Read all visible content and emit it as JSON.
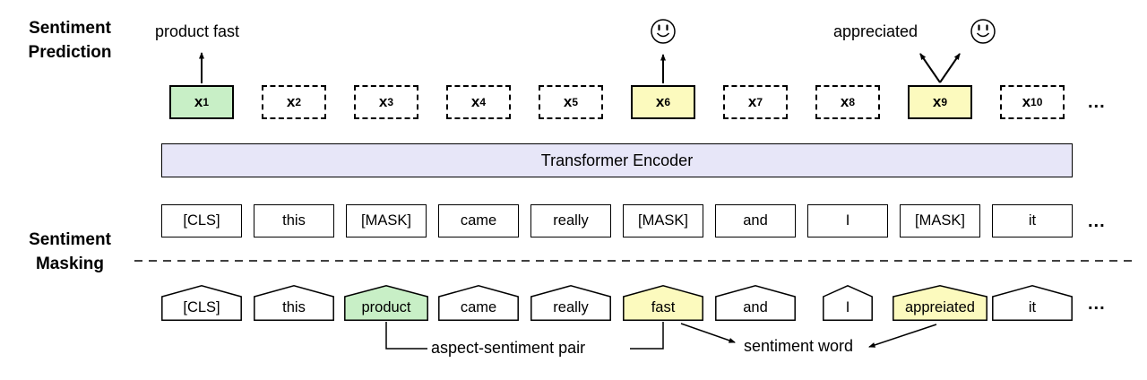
{
  "colors": {
    "green": "#c8efc6",
    "yellow": "#fcfabe",
    "encoder": "#e7e6f8"
  },
  "labels": {
    "prediction_line1": "Sentiment",
    "prediction_line2": "Prediction",
    "masking_line1": "Sentiment",
    "masking_line2": "Masking"
  },
  "top_annotations": {
    "product_fast": "product fast",
    "appreciated": "appreciated"
  },
  "encoder": {
    "label": "Transformer Encoder"
  },
  "x_row": {
    "items": [
      {
        "base": "x",
        "sub": "1"
      },
      {
        "base": "x",
        "sub": "2"
      },
      {
        "base": "x",
        "sub": "3"
      },
      {
        "base": "x",
        "sub": "4"
      },
      {
        "base": "x",
        "sub": "5"
      },
      {
        "base": "x",
        "sub": "6"
      },
      {
        "base": "x",
        "sub": "7"
      },
      {
        "base": "x",
        "sub": "8"
      },
      {
        "base": "x",
        "sub": "9"
      },
      {
        "base": "x",
        "sub": "10"
      }
    ]
  },
  "mask_row": {
    "items": [
      {
        "label": "[CLS]"
      },
      {
        "label": "this"
      },
      {
        "label": "[MASK]"
      },
      {
        "label": "came"
      },
      {
        "label": "really"
      },
      {
        "label": "[MASK]"
      },
      {
        "label": "and"
      },
      {
        "label": "I"
      },
      {
        "label": "[MASK]"
      },
      {
        "label": "it"
      }
    ]
  },
  "word_row": {
    "items": [
      {
        "label": "[CLS]"
      },
      {
        "label": "this"
      },
      {
        "label": "product"
      },
      {
        "label": "came"
      },
      {
        "label": "really"
      },
      {
        "label": "fast"
      },
      {
        "label": "and"
      },
      {
        "label": "I"
      },
      {
        "label": "appreiated"
      },
      {
        "label": "it"
      }
    ]
  },
  "bottom_annotations": {
    "aspect_sentiment_pair": "aspect-sentiment pair",
    "sentiment_word": "sentiment word"
  },
  "misc": {
    "ellipsis": "..."
  }
}
